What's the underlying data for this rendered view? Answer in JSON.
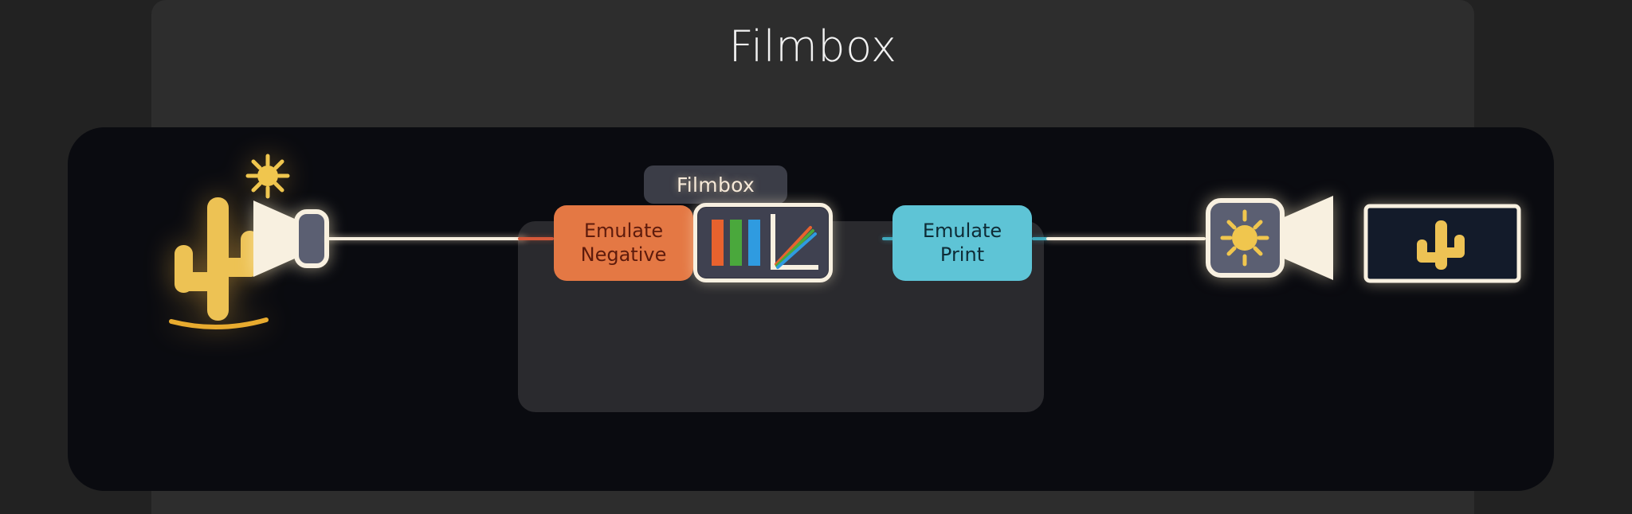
{
  "window": {
    "title": "Filmbox"
  },
  "canvas": {
    "group": {
      "label": "Filmbox"
    },
    "nodes": [
      {
        "id": "emulate-negative",
        "label_line1": "Emulate",
        "label_line2": "Negative",
        "color": "#e47844",
        "text_color": "#5e1b0c"
      },
      {
        "id": "filmbox-curve",
        "label": "",
        "color": "#3f4150",
        "border_color": "#f8f0e0",
        "selected": true
      },
      {
        "id": "emulate-print",
        "label_line1": "Emulate",
        "label_line2": "Print",
        "color": "#5ec4d6",
        "text_color": "#0e2b36"
      }
    ],
    "icons": {
      "source": "cactus-sun-icon",
      "input_device": "camera-icon",
      "output_device": "projector-sun-icon",
      "output_frame": "cactus-image-icon",
      "curve_node": "rgb-bars-curve-icon"
    },
    "wire_colors": {
      "cream": "#f7efdf",
      "orange": "#d5593a",
      "cyan": "#3fa9bd"
    }
  },
  "theme": {
    "background": "#222222",
    "panel": "#2d2d2d",
    "canvas": "#0a0b10",
    "group_bg": "#2a2a2e",
    "badge_bg": "#3b3d47",
    "accent_amber": "#eec24a",
    "accent_cream": "#f8f0e0"
  }
}
